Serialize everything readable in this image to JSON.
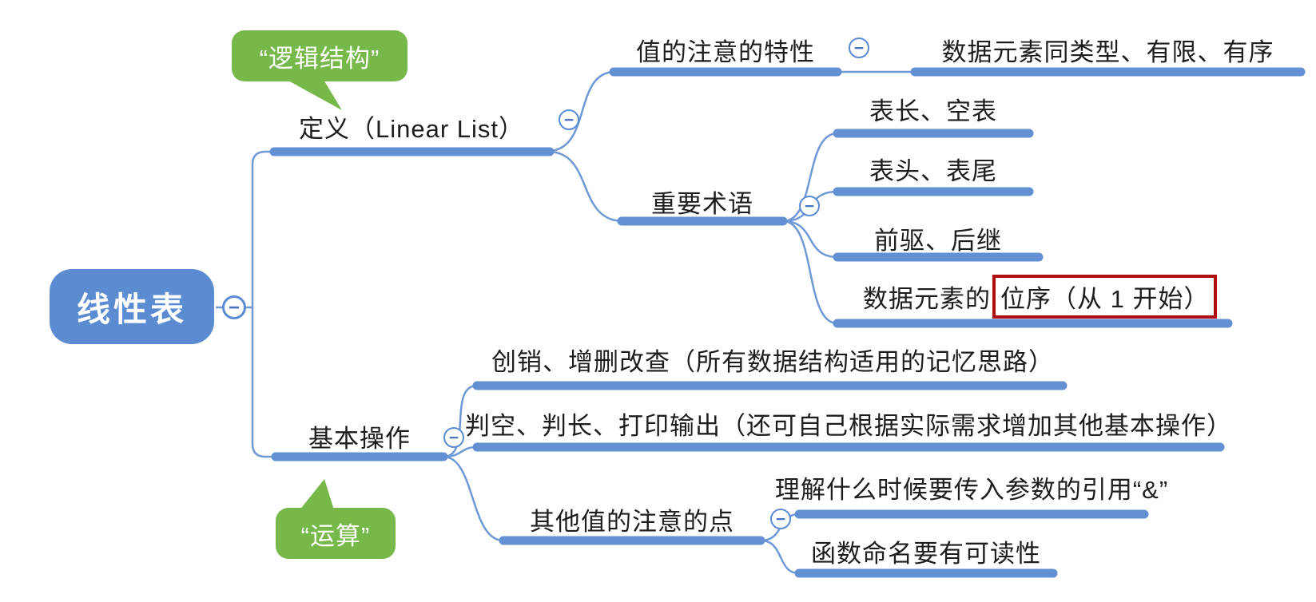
{
  "colors": {
    "node_blue": "#5b8cd2",
    "line_blue": "#6390d3",
    "callout_green": "#76b94a",
    "highlight_red": "#b00d0d",
    "text": "#1d1d1f"
  },
  "icons": {
    "collapse_glyph": "−"
  },
  "map": {
    "root": {
      "label": "线性表"
    },
    "callouts": {
      "logic": {
        "label": "“逻辑结构”"
      },
      "operation": {
        "label": "“运算”"
      }
    },
    "definition": {
      "label": "定义（Linear List）",
      "notable": {
        "label": "值的注意的特性",
        "detail": "数据元素同类型、有限、有序"
      },
      "terms": {
        "label": "重要术语",
        "items": [
          "表长、空表",
          "表头、表尾",
          "前驱、后继"
        ],
        "position": {
          "prefix": "数据元素的",
          "highlight": "位序（从 1 开始）"
        }
      }
    },
    "operations": {
      "label": "基本操作",
      "items": [
        "创销、增删改查（所有数据结构适用的记忆思路）",
        "判空、判长、打印输出（还可自己根据实际需求增加其他基本操作）"
      ],
      "notes": {
        "label": "其他值的注意的点",
        "items": [
          "理解什么时候要传入参数的引用“&”",
          "函数命名要有可读性"
        ]
      }
    }
  }
}
